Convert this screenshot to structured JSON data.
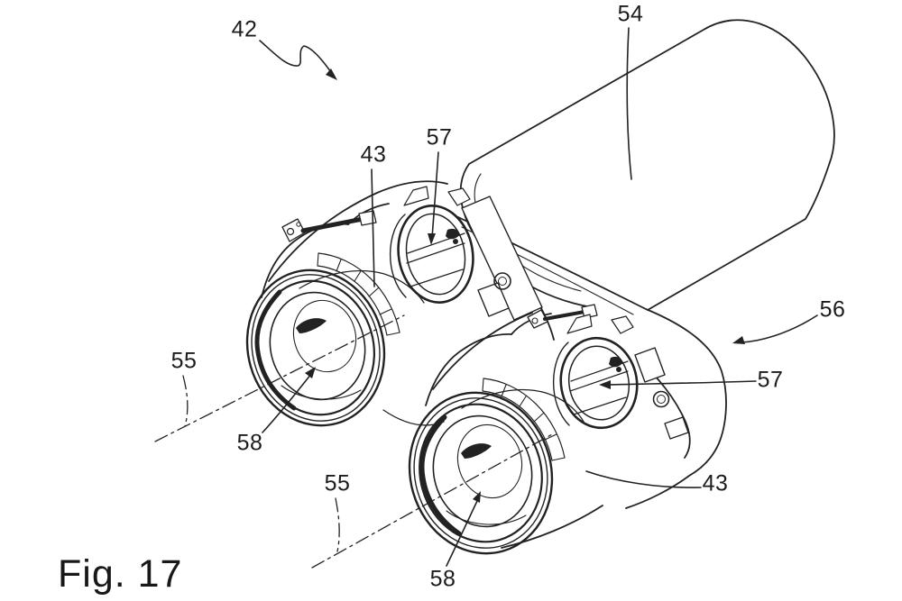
{
  "figure": {
    "caption": "Fig. 17",
    "ink_color": "#222222",
    "background_color": "#ffffff",
    "labels": {
      "l42": "42",
      "l54": "54",
      "l43_top": "43",
      "l57_top": "57",
      "l56": "56",
      "l57_right": "57",
      "l55_left": "55",
      "l58_left": "58",
      "l55_lower": "55",
      "l43_lower": "43",
      "l58_lower": "58"
    }
  }
}
